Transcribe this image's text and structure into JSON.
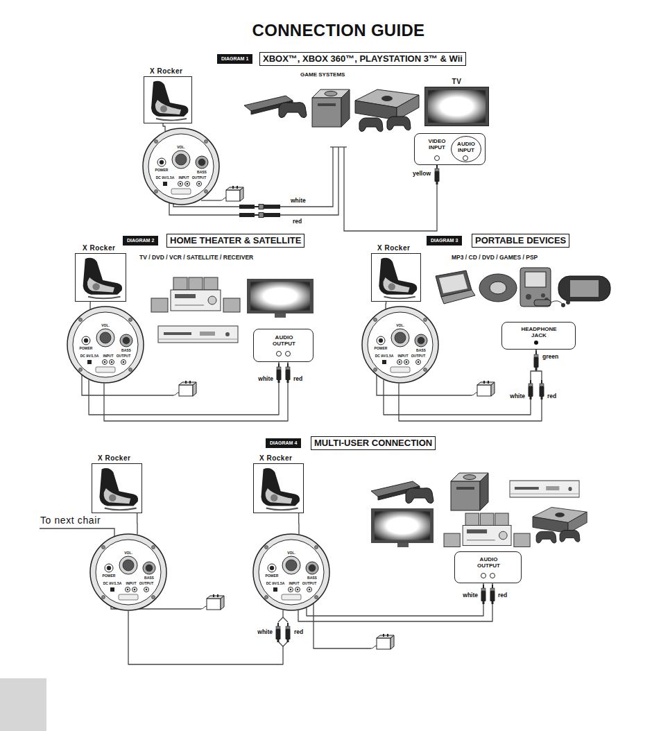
{
  "diagram": {
    "title": "CONNECTION GUIDE",
    "nodes": [
      {
        "text": [
          "DIAGRAM 1"
        ]
      },
      {
        "text": [
          "XBOX™, XBOX 360™, PLAYSTATION 3™ & Wii"
        ]
      },
      {
        "text": [
          "X Rocker"
        ]
      },
      {
        "text": [
          "VOL.",
          "POWER",
          "BASS",
          "DC 9V/1.5A",
          "INPUT",
          "OUTPUT"
        ]
      },
      {
        "text": [
          "TV"
        ]
      },
      {
        "text": [
          "VIDEO INPUT"
        ]
      },
      {
        "text": [
          "AUDIO INPUT"
        ],
        "in": 5
      },
      {
        "text": [
          "DIAGRAM 2"
        ]
      },
      {
        "text": [
          "HOME THEATER & SATELLITE"
        ]
      },
      {
        "text": [
          "X Rocker"
        ]
      },
      {
        "text": [
          "VOL.",
          "POWER",
          "BASS",
          "DC 9V/1.5A",
          "INPUT",
          "OUTPUT"
        ]
      },
      {
        "text": [
          "AUDIO OUTPUT"
        ]
      },
      {
        "text": [
          "DIAGRAM 3"
        ]
      },
      {
        "text": [
          "PORTABLE DEVICES"
        ]
      },
      {
        "text": [
          "X Rocker"
        ]
      },
      {
        "text": [
          "VOL.",
          "POWER",
          "BASS",
          "DC 9V/1.5A",
          "INPUT",
          "OUTPUT"
        ]
      },
      {
        "text": [
          "HEADPHONE JACK"
        ]
      },
      {
        "text": [
          "DIAGRAM 4"
        ]
      },
      {
        "text": [
          "MULTI-USER CONNECTION"
        ]
      },
      {
        "text": [
          "X Rocker"
        ]
      },
      {
        "text": [
          "X Rocker"
        ]
      },
      {
        "text": [
          "VOL.",
          "POWER",
          "BASS",
          "DC 9V/1.5A",
          "INPUT",
          "OUTPUT"
        ]
      },
      {
        "text": [
          "VOL.",
          "POWER",
          "BASS",
          "DC 9V/1.5A",
          "INPUT",
          "OUTPUT"
        ]
      },
      {
        "text": [
          "AUDIO OUTPUT"
        ]
      }
    ],
    "edges": [
      {
        "from": 2,
        "to": 3,
        "arrow": "none"
      },
      {
        "from": 9,
        "to": 10,
        "arrow": "none"
      },
      {
        "from": 11,
        "to": 10,
        "label": "white",
        "arrow": "none"
      },
      {
        "from": 11,
        "to": 10,
        "label": "red",
        "arrow": "none"
      },
      {
        "from": 14,
        "to": 15,
        "arrow": "none"
      },
      {
        "from": 16,
        "to": 15,
        "label": "white",
        "arrow": "none"
      },
      {
        "from": 16,
        "to": 15,
        "label": "red",
        "arrow": "none"
      },
      {
        "from": 19,
        "to": 21,
        "arrow": "none"
      },
      {
        "from": 20,
        "to": 22,
        "arrow": "none"
      },
      {
        "from": 23,
        "to": 22,
        "label": "white",
        "arrow": "none"
      },
      {
        "from": 23,
        "to": 22,
        "label": "red",
        "arrow": "none"
      },
      {
        "from": 22,
        "to": 21,
        "arrow": "none"
      }
    ],
    "labels": [
      "GAME SYSTEMS",
      "yellow",
      "white",
      "red",
      "TV / DVD / VCR / SATELLITE / RECEIVER",
      "MP3 / CD / DVD / GAMES / PSP",
      "green",
      "To next chair",
      "white",
      "red"
    ]
  }
}
